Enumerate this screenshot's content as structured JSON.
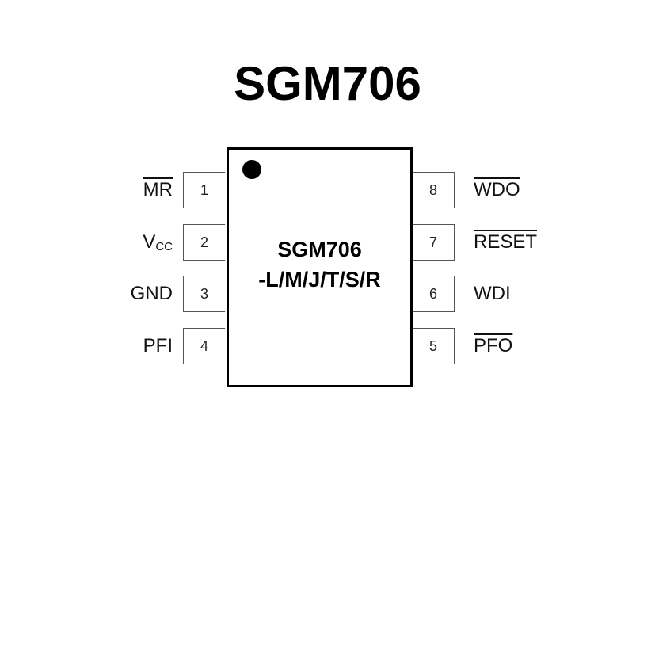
{
  "title": "SGM706",
  "chip": {
    "line1": "SGM706",
    "line2": "-L/M/J/T/S/R"
  },
  "pins": {
    "left": [
      {
        "number": "1",
        "label": "MR",
        "active_low": true
      },
      {
        "number": "2",
        "label": "V",
        "sub": "CC",
        "active_low": false
      },
      {
        "number": "3",
        "label": "GND",
        "active_low": false
      },
      {
        "number": "4",
        "label": "PFI",
        "active_low": false
      }
    ],
    "right": [
      {
        "number": "8",
        "label": "WDO",
        "active_low": true
      },
      {
        "number": "7",
        "label": "RESET",
        "active_low": true
      },
      {
        "number": "6",
        "label": "WDI",
        "active_low": false
      },
      {
        "number": "5",
        "label": "PFO",
        "active_low": true
      }
    ]
  }
}
